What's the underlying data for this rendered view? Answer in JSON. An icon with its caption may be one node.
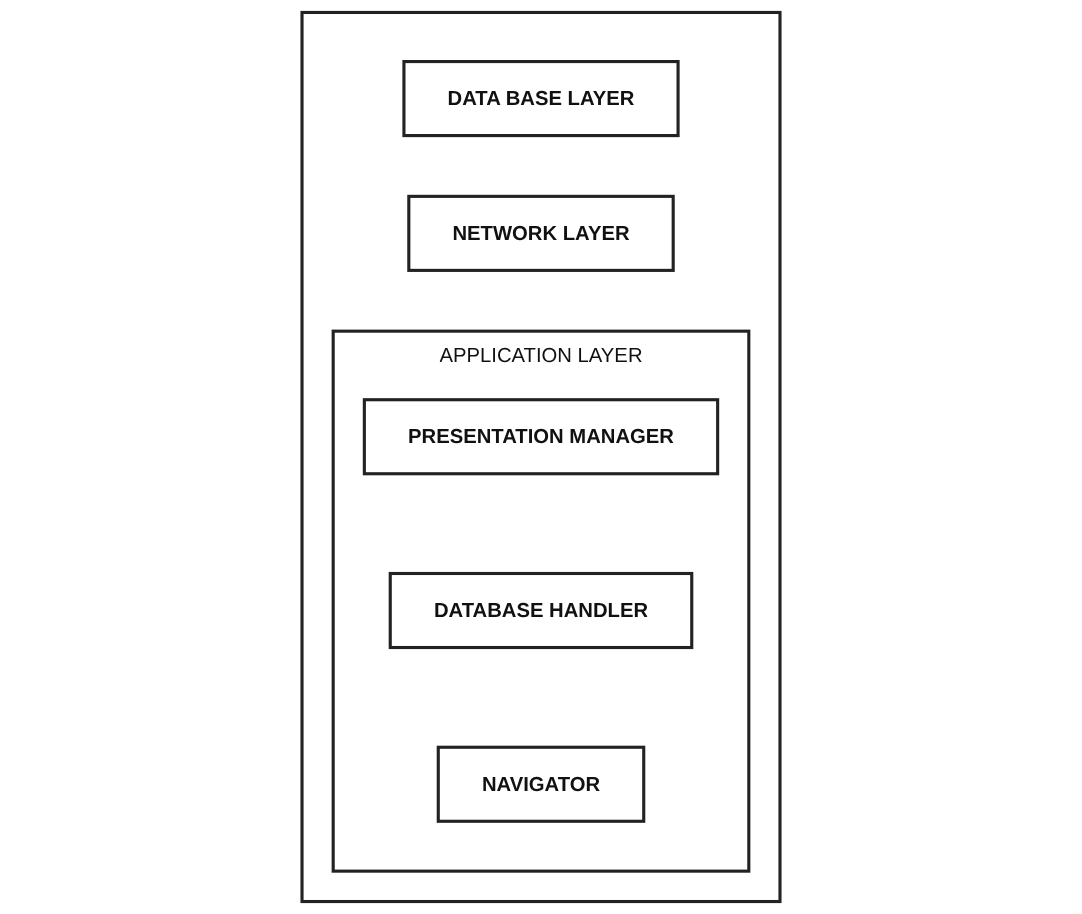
{
  "diagram": {
    "nodes": [
      {
        "text": [],
        "shape": "box"
      },
      {
        "text": [
          "DATA BASE LAYER"
        ],
        "in": 0
      },
      {
        "text": [
          "NETWORK LAYER"
        ],
        "in": 0
      },
      {
        "text": [
          "APPLICATION LAYER"
        ],
        "in": 0
      },
      {
        "text": [
          "PRESENTATION MANAGER"
        ],
        "in": 3
      },
      {
        "text": [
          "DATABASE HANDLER"
        ],
        "in": 3
      },
      {
        "text": [
          "NAVIGATOR"
        ],
        "in": 3
      }
    ]
  }
}
